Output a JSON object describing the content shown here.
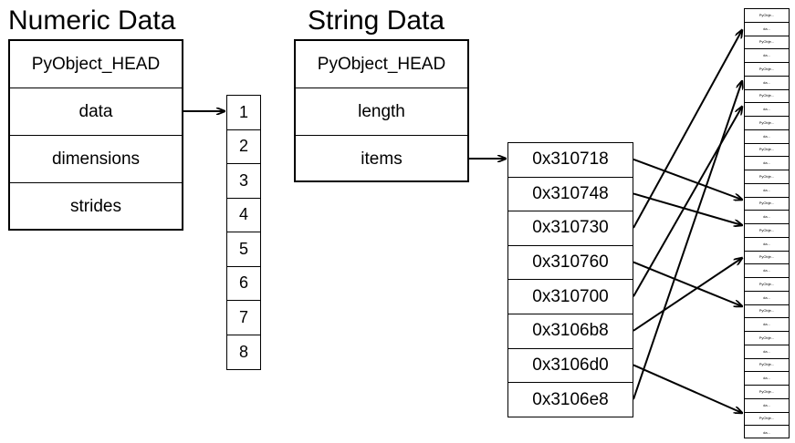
{
  "numeric": {
    "title": "Numeric Data",
    "fields": [
      "PyObject_HEAD",
      "data",
      "dimensions",
      "strides"
    ],
    "array": [
      "1",
      "2",
      "3",
      "4",
      "5",
      "6",
      "7",
      "8"
    ]
  },
  "string": {
    "title": "String Data",
    "fields": [
      "PyObject_HEAD",
      "length",
      "items"
    ],
    "pointers": [
      "0x310718",
      "0x310748",
      "0x310730",
      "0x310760",
      "0x310700",
      "0x3106b8",
      "0x3106d0",
      "0x3106e8"
    ]
  },
  "heap": {
    "header_label": "PyObje...",
    "data_label": "da..."
  }
}
